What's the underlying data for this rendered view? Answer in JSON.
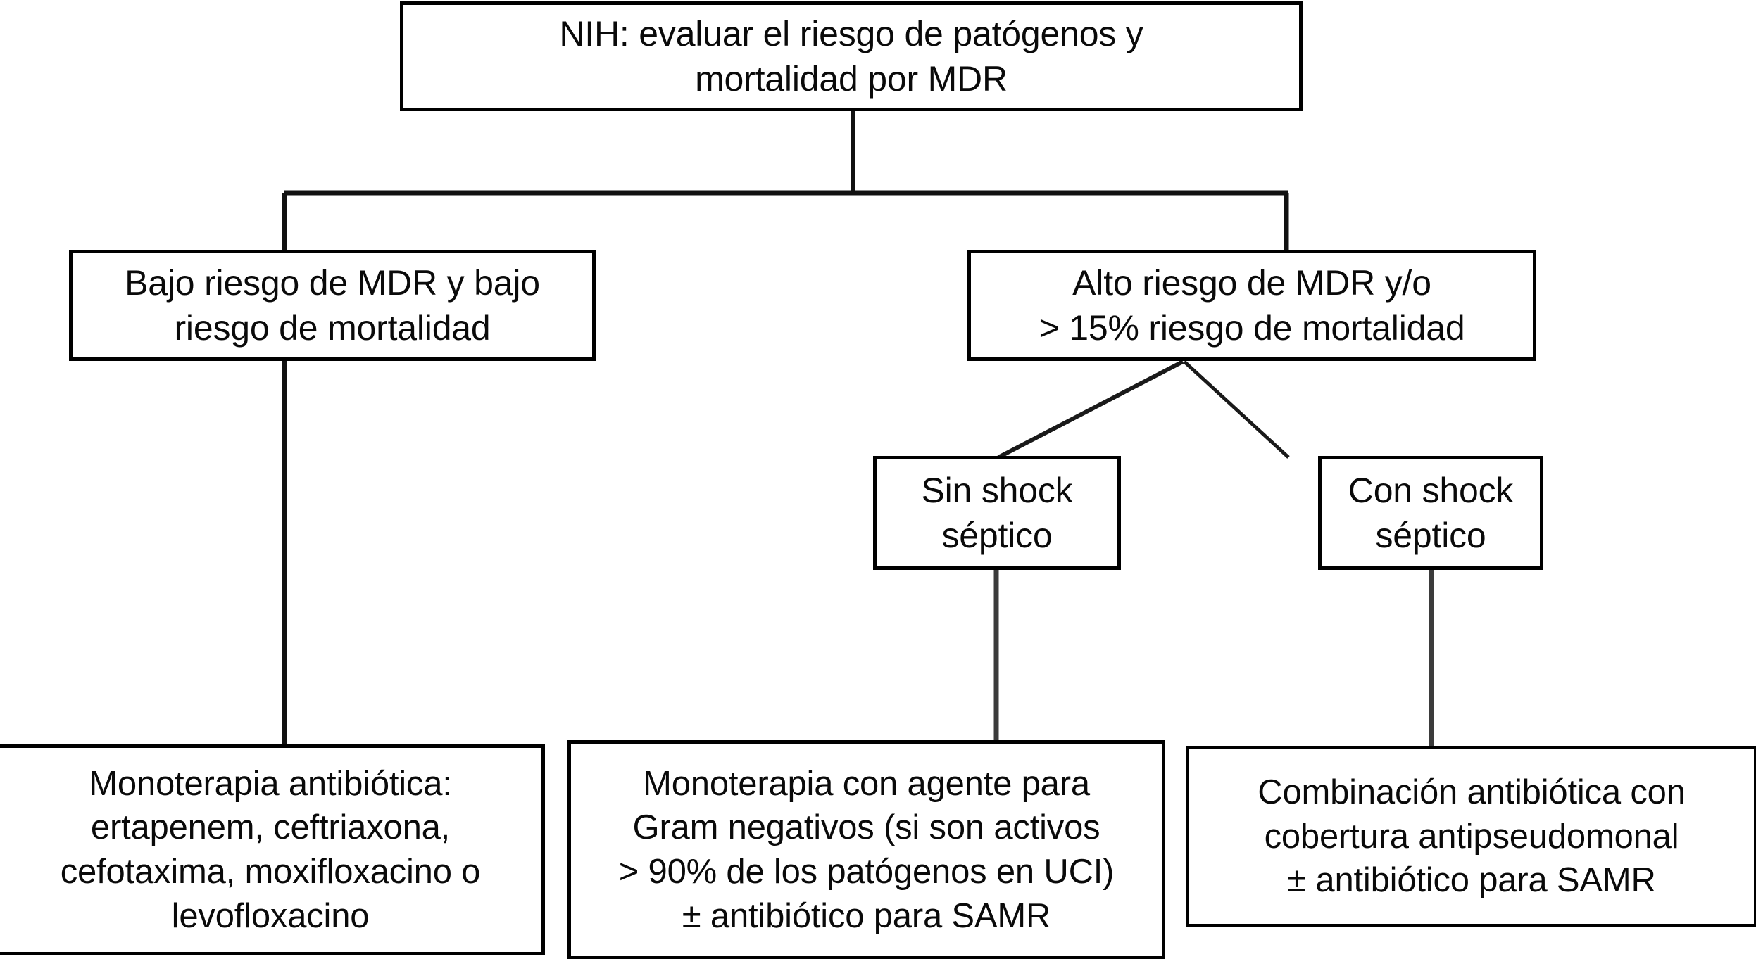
{
  "diagram": {
    "type": "flowchart",
    "title_text": "NIH: evaluar el riesgo de patógenos y mortalidad por MDR",
    "language": "es",
    "colors": {
      "box_border": "#000000",
      "box_fill": "#ffffff",
      "connector": "#111111",
      "text": "#0a0a0a",
      "background": "#ffffff"
    },
    "nodes": {
      "root": {
        "id": "nih-assessment",
        "label": "NIH: evaluar el riesgo de patógenos y\nmortalidad por MDR"
      },
      "low_risk": {
        "id": "low-risk",
        "label": "Bajo riesgo de MDR y bajo\nriesgo de mortalidad"
      },
      "high_risk": {
        "id": "high-risk",
        "label": "Alto riesgo de MDR  y/o\n> 15% riesgo de mortalidad"
      },
      "no_septic_shock": {
        "id": "no-septic-shock",
        "label": "Sin shock\nséptico"
      },
      "septic_shock": {
        "id": "septic-shock",
        "label": "Con shock\nséptico"
      },
      "monotherapy": {
        "id": "monotherapy-antibiotic",
        "label": "Monoterapia antibiótica:\nertapenem, ceftriaxona,\ncefotaxima, moxifloxacino o\nlevofloxacino"
      },
      "gram_negative": {
        "id": "gram-negative-monotherapy",
        "label": "Monoterapia con agente para\nGram negativos (si son activos\n> 90% de los patógenos en UCI)\n± antibiótico para SAMR"
      },
      "combination": {
        "id": "combination-antibiotic",
        "label": "Combinación antibiótica con\ncobertura antipseudomonal\n± antibiótico para SAMR"
      }
    },
    "edges": [
      {
        "from": "nih-assessment",
        "to": "low-risk",
        "style": "orthogonal"
      },
      {
        "from": "nih-assessment",
        "to": "high-risk",
        "style": "orthogonal"
      },
      {
        "from": "low-risk",
        "to": "monotherapy-antibiotic",
        "style": "straight-vertical"
      },
      {
        "from": "high-risk",
        "to": "no-septic-shock",
        "style": "diagonal"
      },
      {
        "from": "high-risk",
        "to": "septic-shock",
        "style": "diagonal"
      },
      {
        "from": "no-septic-shock",
        "to": "gram-negative-monotherapy",
        "style": "straight-vertical"
      },
      {
        "from": "septic-shock",
        "to": "combination-antibiotic",
        "style": "straight-vertical"
      }
    ]
  }
}
